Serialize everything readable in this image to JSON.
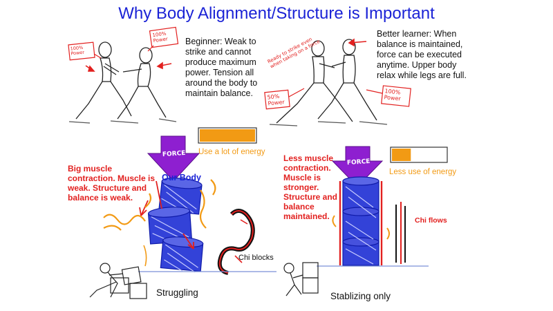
{
  "title": "Why Body Alignment/Structure is Important",
  "beginner_text": "Beginner: Weak to strike and cannot produce maximum power. Tension all around the body to maintain balance.",
  "better_text": "Better learner: When balance is maintained, force can be executed anytime. Upper body relax while legs are full.",
  "left_panel": {
    "force_label": "FORCE",
    "energy_label": "Use a lot of energy",
    "energy_fill": 1.0,
    "muscle_text": "Big muscle contraction. Muscle is weak. Structure and balance is weak.",
    "our_body": "Our Body",
    "chi_label": "Chi blocks",
    "caption": "Struggling"
  },
  "right_panel": {
    "force_label": "FORCE",
    "energy_label": "Less use of energy",
    "energy_fill": 0.35,
    "muscle_text": "Less muscle contraction. Muscle is stronger. Structure and balance maintained.",
    "chi_label": "Chi flows",
    "caption": "Stablizing only"
  },
  "power_tags": {
    "left_a": "100% Power",
    "left_b": "100% Power",
    "right_a": "50% Power",
    "right_b": "100% Power",
    "ready_note": "Ready to strike even when taking on a force"
  },
  "colors": {
    "title": "#1b23d6",
    "red": "#e2201f",
    "orange": "#f29a14",
    "purple": "#8e1fd0",
    "blue": "#1b23d6"
  }
}
